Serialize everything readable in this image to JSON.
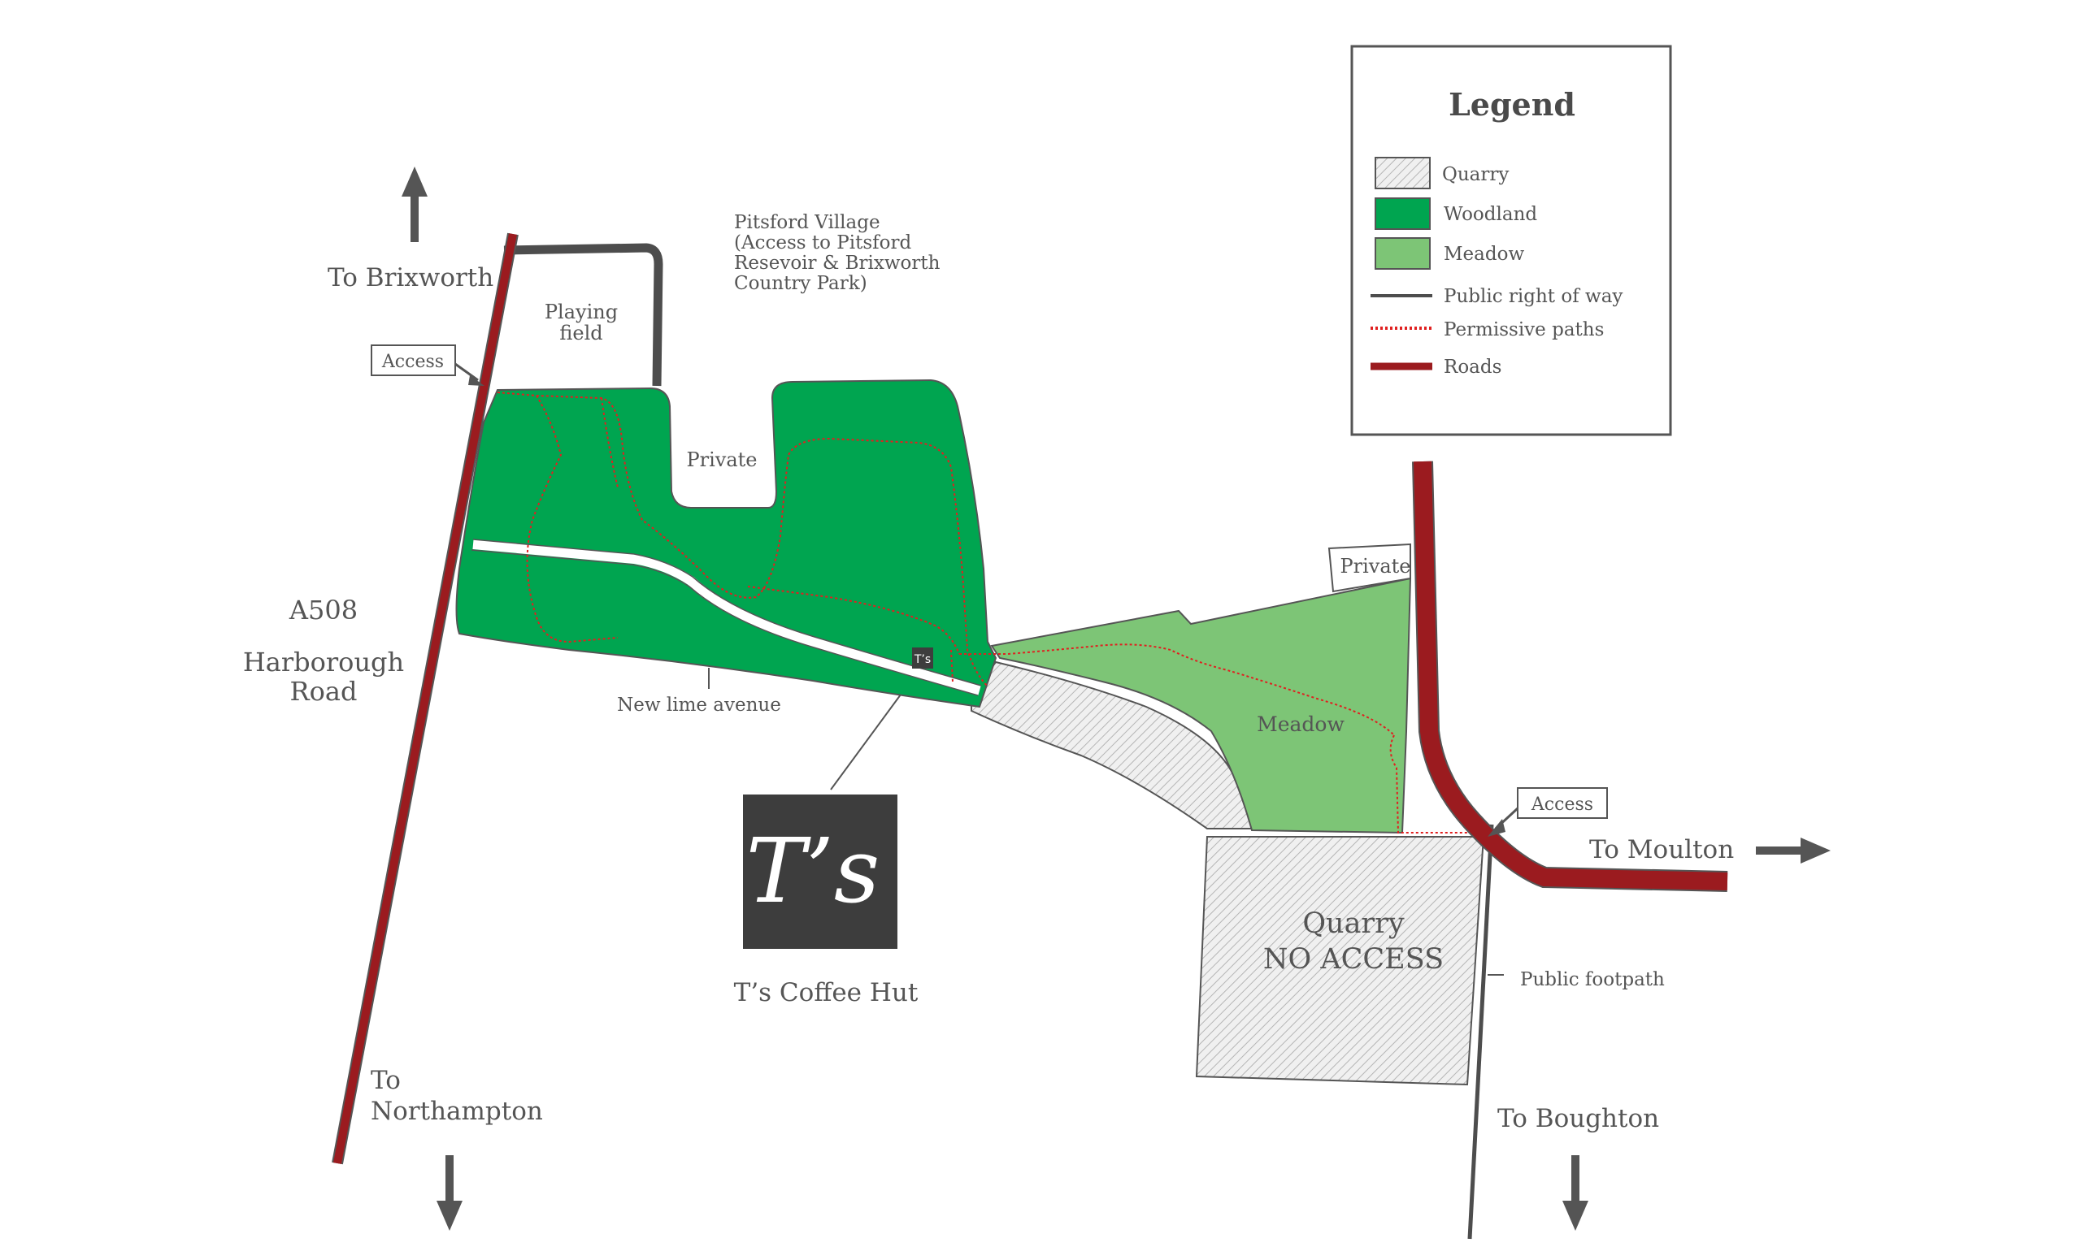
{
  "colors": {
    "woodland": "#00a550",
    "meadow": "#7dc576",
    "road": "#9b1b1f",
    "right_of_way": "#4d4d4d",
    "permissive": "#e02020",
    "quarry_fill": "#f0f0f0",
    "arrow": "#555555",
    "text": "#555555",
    "logo_bg": "#3d3d3d"
  },
  "legend": {
    "title": "Legend",
    "items": [
      {
        "label": "Quarry",
        "swatch": "hatch"
      },
      {
        "label": "Woodland",
        "swatch": "woodland"
      },
      {
        "label": "Meadow",
        "swatch": "meadow"
      },
      {
        "label": "Public right of way",
        "swatch": "line-grey"
      },
      {
        "label": "Permissive paths",
        "swatch": "line-dotted-red"
      },
      {
        "label": "Roads",
        "swatch": "line-red"
      }
    ]
  },
  "labels": {
    "to_brixworth": "To Brixworth",
    "to_northampton_1": "To",
    "to_northampton_2": "Northampton",
    "a508": "A508",
    "harborough_1": "Harborough",
    "harborough_2": "Road",
    "playing_field_1": "Playing",
    "playing_field_2": "field",
    "pitsford_1": "Pitsford Village",
    "pitsford_2": "(Access to Pitsford",
    "pitsford_3": "Resevoir & Brixworth",
    "pitsford_4": "Country Park)",
    "private_1": "Private",
    "private_2": "Private",
    "new_lime_avenue": "New lime avenue",
    "meadow": "Meadow",
    "quarry_1": "Quarry",
    "quarry_2": "NO ACCESS",
    "access_1": "Access",
    "access_2": "Access",
    "to_moulton": "To Moulton",
    "public_footpath": "Public footpath",
    "to_boughton": "To Boughton",
    "coffee_hut": "T’s Coffee Hut",
    "logo_text": "T’s",
    "logo_small": "T’s"
  }
}
